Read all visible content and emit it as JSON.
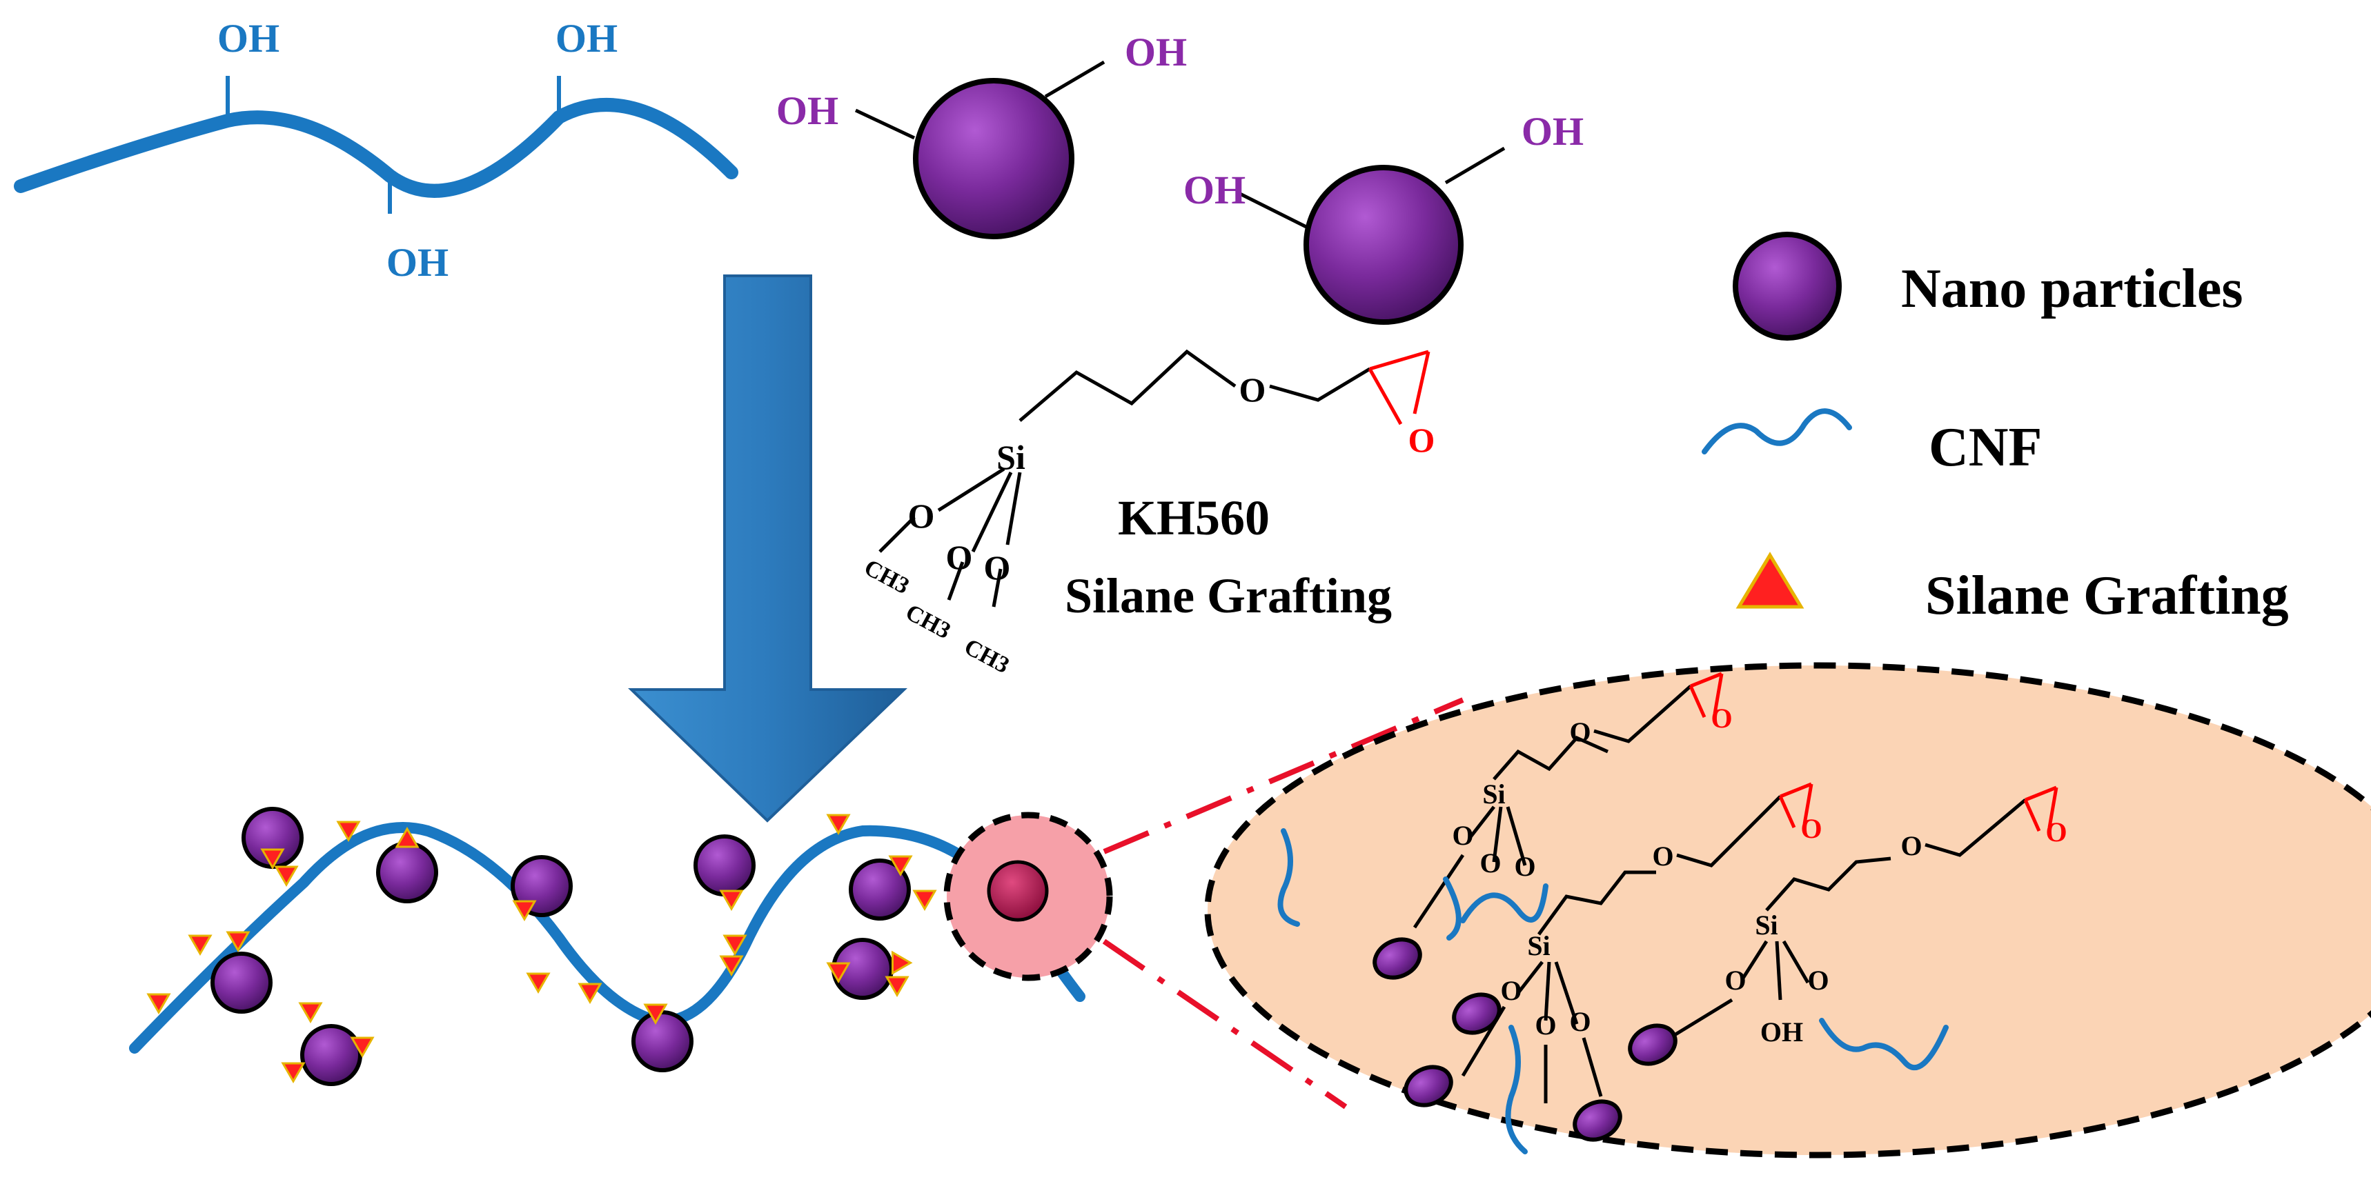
{
  "colors": {
    "cnf_blue": "#1a78c2",
    "arrow_blue": "#2d7bbd",
    "particle_purple": "#7a2a9c",
    "oh_particle_purple": "#8a2aa8",
    "epoxide_red": "#ff0000",
    "dash_red": "#e8102a",
    "triangle_red": "#ff2020",
    "triangle_edge": "#e7b400",
    "zoom_fill": "#fbd4b5",
    "highlight_fill": "#f6a0a8",
    "highlight_core": "#c2185b",
    "black": "#000000"
  },
  "top_chain": {
    "oh_labels": [
      "OH",
      "OH",
      "OH"
    ]
  },
  "particles_top": {
    "p1": {
      "oh_left": "OH",
      "oh_right": "OH"
    },
    "p2": {
      "oh_left": "OH",
      "oh_right": "OH"
    }
  },
  "kh560": {
    "si": "Si",
    "o_chain": "O",
    "o_epoxide": "O",
    "o_labels": [
      "O",
      "O",
      "O"
    ],
    "ch3_labels": [
      "CH3",
      "CH3",
      "CH3"
    ],
    "name": "KH560",
    "caption": "Silane Grafting"
  },
  "legend": {
    "nano_icon": "particle-icon",
    "nano_label": "Nano particles",
    "cnf_icon": "wave-icon",
    "cnf_label": "CNF",
    "graft_icon": "triangle-icon",
    "graft_label": "Silane Grafting"
  },
  "zoom": {
    "si": "Si",
    "o": "O",
    "oh": "OH"
  }
}
